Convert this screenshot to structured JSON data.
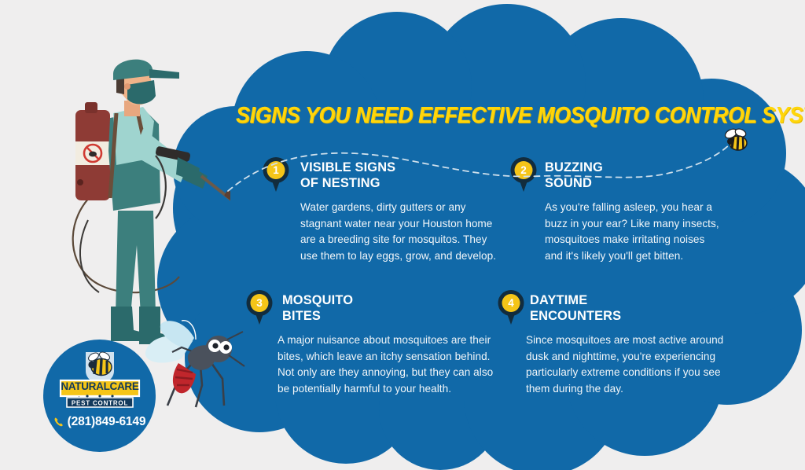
{
  "colors": {
    "background": "#efeeee",
    "cloud_blue": "#1169a8",
    "accent_yellow": "#ffd60a",
    "pin_navy": "#122c3d",
    "text_white": "#ffffff",
    "worker_teal": "#3c7f7d",
    "tank_red": "#8e3b35"
  },
  "header": {
    "title": "SIGNS YOU NEED EFFECTIVE MOSQUITO CONTROL SYSTEMS"
  },
  "items": [
    {
      "number": "1",
      "heading": "VISIBLE SIGNS\nOF NESTING",
      "body": "Water gardens, dirty gutters or any\nstagnant water near your Houston home\nare a breeding site for mosquitos. They\nuse them to lay eggs, grow, and develop."
    },
    {
      "number": "2",
      "heading": "BUZZING\nSOUND",
      "body": "As you're falling asleep, you hear a\nbuzz in your ear? Like many insects,\nmosquitoes make irritating noises\nand it's likely you'll get bitten."
    },
    {
      "number": "3",
      "heading": "MOSQUITO\nBITES",
      "body": "A major nuisance about mosquitoes are their\nbites, which leave an itchy sensation behind.\nNot only are they annoying, but they can also\nbe potentially harmful to your health."
    },
    {
      "number": "4",
      "heading": "DAYTIME\nENCOUNTERS",
      "body": "Since mosquitoes are most active around\ndusk and nighttime, you're experiencing\nparticularly extreme conditions if you see\nthem during the day."
    }
  ],
  "logo": {
    "brand_top": "NATURALCARE",
    "brand_bottom": "PEST CONTROL",
    "phone": "(281)849-6149",
    "phone_icon": "phone-handset-icon",
    "bee_icon": "bee-icon"
  },
  "illustrations": {
    "worker": "pest-control-worker-spraying",
    "mosquito": "mosquito-illustration",
    "bee": "flying-bee-icon",
    "flight_path": "dashed-bee-flight-path"
  }
}
